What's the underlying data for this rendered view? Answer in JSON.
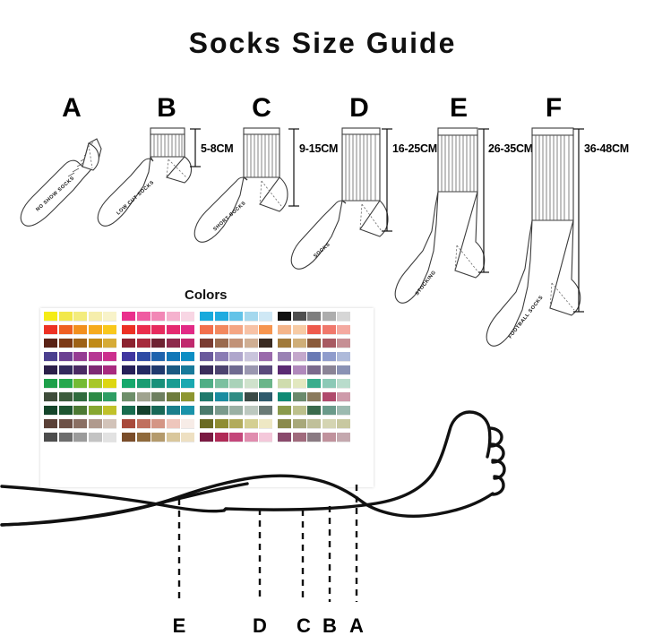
{
  "page": {
    "title": "Socks Size Guide",
    "colors_heading": "Colors"
  },
  "socks": [
    {
      "letter": "A",
      "name": "NO SHOW SOCKS",
      "measurement": ""
    },
    {
      "letter": "B",
      "name": "LOW CUT SOCKS",
      "measurement": "5-8CM"
    },
    {
      "letter": "C",
      "name": "SHORT SOCKS",
      "measurement": "9-15CM"
    },
    {
      "letter": "D",
      "name": "SOCKS",
      "measurement": "16-25CM"
    },
    {
      "letter": "E",
      "name": "STOCKING",
      "measurement": "26-35CM"
    },
    {
      "letter": "F",
      "name": "FOOTBALL SOCKS",
      "measurement": "36-48CM"
    }
  ],
  "leg_diagram": {
    "labels": [
      "E",
      "D",
      "C",
      "B",
      "A"
    ]
  },
  "palette": {
    "groups": [
      {
        "name": "group-1",
        "rows": [
          [
            "#f5ec16",
            "#f2e84a",
            "#f3ec7c",
            "#f6eeac",
            "#f8f3c9"
          ],
          [
            "#ed3124",
            "#ef5f22",
            "#f2901e",
            "#f6ab1d",
            "#f9c81c"
          ],
          [
            "#5a2316",
            "#7c3a16",
            "#9e6216",
            "#c08a18",
            "#d6ab37"
          ],
          [
            "#4b3f8f",
            "#6b3f92",
            "#953b93",
            "#b63794",
            "#cc2f8e"
          ],
          [
            "#2b1f49",
            "#322a5c",
            "#4a2a63",
            "#7e2a73",
            "#a82a7e"
          ],
          [
            "#1da04a",
            "#27a84e",
            "#74bb34",
            "#a8c72b",
            "#ddd613"
          ],
          [
            "#3e4c3a",
            "#3c5c3c",
            "#2f6b3c",
            "#2d8a45",
            "#2e9e63"
          ],
          [
            "#14452a",
            "#1d5530",
            "#4c7a33",
            "#86a731",
            "#c0c12a"
          ],
          [
            "#5a4037",
            "#6d5147",
            "#8a6f63",
            "#b09a8e",
            "#d2c3b9"
          ],
          [
            "#4d4d4d",
            "#6d6d6d",
            "#9b9b9b",
            "#c3c3c3",
            "#e2e2e2"
          ]
        ]
      },
      {
        "name": "group-2",
        "rows": [
          [
            "#ea2f8c",
            "#ef5ba1",
            "#f287b6",
            "#f5b2ce",
            "#f8d6e4"
          ],
          [
            "#ec3024",
            "#ea2d4c",
            "#e62b5e",
            "#e42a70",
            "#e22a86"
          ],
          [
            "#8c2330",
            "#a62a3c",
            "#6e2232",
            "#8d2a4c",
            "#c02a6e"
          ],
          [
            "#4036a0",
            "#2f4ba5",
            "#1f63ad",
            "#1277b8",
            "#0e8ec4"
          ],
          [
            "#262059",
            "#232a63",
            "#1f3a6e",
            "#1b5a82",
            "#187a9a"
          ],
          [
            "#16a86c",
            "#1a9c72",
            "#19907a",
            "#1a9c92",
            "#1aa8b0"
          ],
          [
            "#6e8f6a",
            "#9fa38e",
            "#6e8060",
            "#6e7c3c",
            "#8d9630"
          ],
          [
            "#176b4e",
            "#14402c",
            "#176857",
            "#1a7f8c",
            "#1a93aa"
          ],
          [
            "#a84a3c",
            "#c0705f",
            "#d49585",
            "#eec6bc",
            "#f7ece7"
          ],
          [
            "#7a4d2a",
            "#8f6a3c",
            "#b49a6c",
            "#d9c79c",
            "#eee0c2"
          ]
        ]
      },
      {
        "name": "group-3",
        "rows": [
          [
            "#17a9dc",
            "#1fabe0",
            "#63c3e8",
            "#a4d8ee",
            "#cfe8f5"
          ],
          [
            "#f26f4c",
            "#f2885f",
            "#f4a583",
            "#f7c2a6",
            "#f6954f"
          ],
          [
            "#7a3c32",
            "#9a6a4e",
            "#c19278",
            "#cfae93",
            "#3a2b22"
          ],
          [
            "#6a5a9c",
            "#8a7cb4",
            "#afa6cc",
            "#c9c4dc",
            "#9a6aac"
          ],
          [
            "#3a2e5c",
            "#4c4470",
            "#6e6a90",
            "#9a97b0",
            "#5a4a7c"
          ],
          [
            "#4fae86",
            "#7cc0a0",
            "#a9d2b9",
            "#cfe2cc",
            "#6bb58a"
          ],
          [
            "#1f7a6c",
            "#1a8ca0",
            "#2f8c84",
            "#3a4a46",
            "#2f5a6c"
          ],
          [
            "#4a7a6c",
            "#7a9a8c",
            "#9ab0a4",
            "#bcc8bf",
            "#6a7a76"
          ],
          [
            "#6a6a24",
            "#8f8c32",
            "#b2ab5c",
            "#d4cf92",
            "#eee8c4"
          ],
          [
            "#7a1a42",
            "#b02a56",
            "#c4467a",
            "#e08cae",
            "#f4c8da"
          ]
        ]
      },
      {
        "name": "group-4",
        "rows": [
          [
            "#111111",
            "#4f4f4f",
            "#7e7e7e",
            "#adadad",
            "#d6d6d6"
          ],
          [
            "#f4b58a",
            "#f7cba4",
            "#ee5a4c",
            "#f0786c",
            "#f4a9a0"
          ],
          [
            "#a07a3c",
            "#cfae78",
            "#8a5a3a",
            "#a85a62",
            "#c68f94"
          ],
          [
            "#9a82b4",
            "#c4a8cc",
            "#6a7ab4",
            "#8f9ccc",
            "#aebada"
          ],
          [
            "#5a2a72",
            "#b089bc",
            "#7a6a8c",
            "#8a8496",
            "#8a92b4"
          ],
          [
            "#cfdcae",
            "#e2e8c0",
            "#3aad8c",
            "#8cc9b6",
            "#b9dccc"
          ],
          [
            "#0f8a74",
            "#6a8a6c",
            "#8a7a5c",
            "#b04a6c",
            "#ce9aaa"
          ],
          [
            "#8a9a4c",
            "#bcc08c",
            "#3a6a4c",
            "#6a9a8a",
            "#9cbab0"
          ],
          [
            "#8a8a4c",
            "#a8a87a",
            "#c0c09a",
            "#d4d4b2",
            "#c8c8a0"
          ],
          [
            "#8a4a6c",
            "#a06a7c",
            "#8a7a82",
            "#c0929c",
            "#c4a8ae"
          ]
        ]
      }
    ]
  }
}
